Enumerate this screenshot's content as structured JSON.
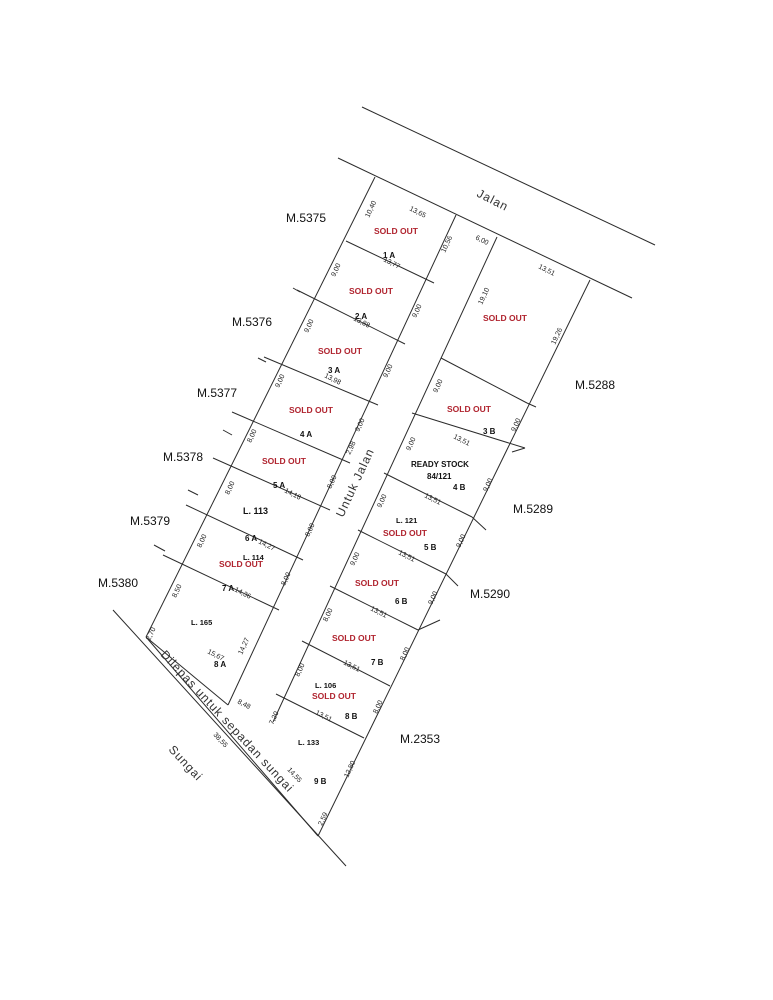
{
  "roads": {
    "jalan": "Jalan",
    "untuk_jalan": "Untuk Jalan",
    "setback": "Dilepas untuk sepadan sungai",
    "sungai": "Sungai"
  },
  "parcels": [
    "M.5375",
    "M.5376",
    "M.5377",
    "M.5378",
    "M.5379",
    "M.5380",
    "M.5288",
    "M.5289",
    "M.5290",
    "M.2353"
  ],
  "lots": [
    {
      "id": "1 A"
    },
    {
      "id": "2 A"
    },
    {
      "id": "3 A"
    },
    {
      "id": "4 A"
    },
    {
      "id": "5 A"
    },
    {
      "id": "6 A"
    },
    {
      "id": "7 A"
    },
    {
      "id": "8 A"
    },
    {
      "id": "3 B"
    },
    {
      "id": "4 B"
    },
    {
      "id": "5 B"
    },
    {
      "id": "6 B"
    },
    {
      "id": "7 B"
    },
    {
      "id": "8 B"
    },
    {
      "id": "9 B"
    }
  ],
  "status": {
    "sold_out": "SOLD OUT",
    "ready_stock": "READY STOCK",
    "ready_area": "84/121",
    "sold_color": "#b0242f"
  },
  "areas": [
    "L. 113",
    "L. 114",
    "L. 165",
    "L. 121",
    "L. 106",
    "L. 133"
  ],
  "dims": [
    "10,40",
    "13,65",
    "10,56",
    "13,77",
    "9,00",
    "9,00",
    "13,88",
    "9,00",
    "9,00",
    "13,98",
    "9,00",
    "9,00",
    "2,98",
    "8,00",
    "8,00",
    "14,18",
    "8,00",
    "8,00",
    "14,27",
    "8,00",
    "8,00",
    "14,36",
    "8,50",
    "14,27",
    "15,67",
    "2,70",
    "8,48",
    "6,00",
    "13,51",
    "19,10",
    "19,26",
    "9,00",
    "9,00",
    "13,51",
    "9,00",
    "9,00",
    "13,51",
    "9,00",
    "9,00",
    "13,51",
    "9,00",
    "9,00",
    "13,51",
    "8,00",
    "8,00",
    "13,51",
    "8,00",
    "8,00",
    "13,51",
    "7,20",
    "12,80",
    "14,55",
    "2,59",
    "38,55"
  ]
}
